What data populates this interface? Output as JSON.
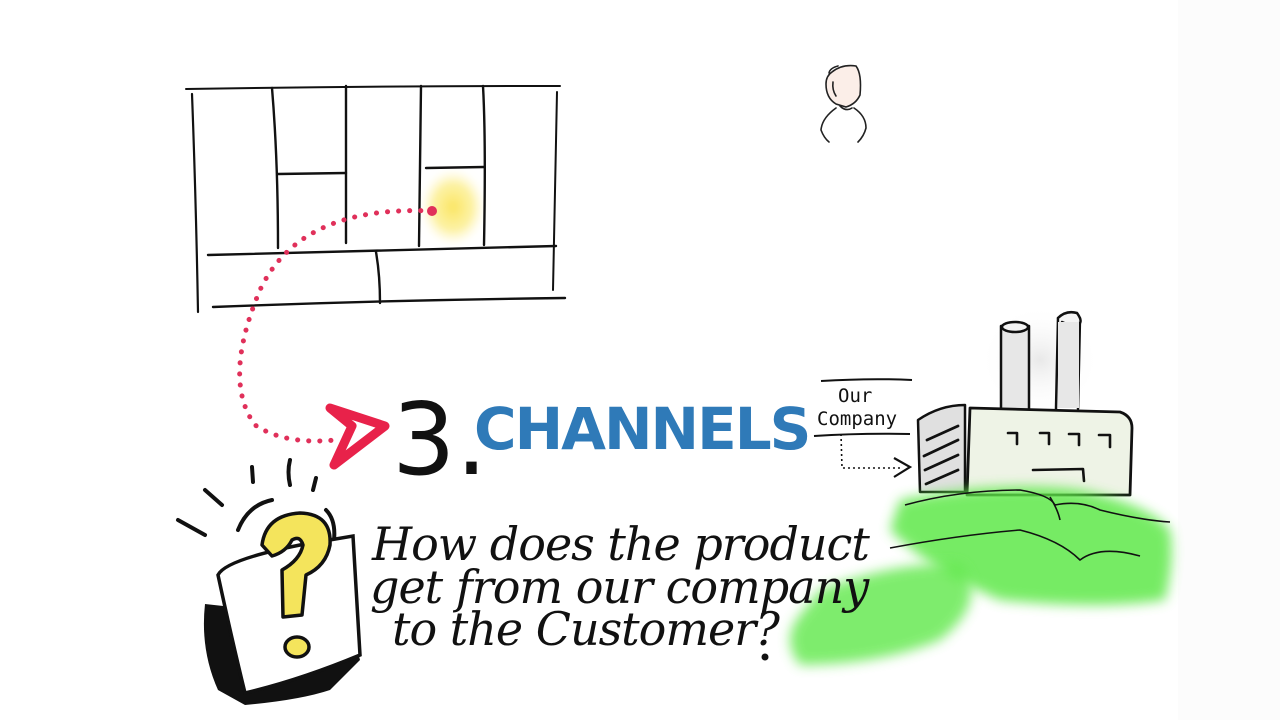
{
  "slide": {
    "section_number": "3.",
    "section_title": "CHANNELS",
    "question_lines": [
      "How does the product",
      "get from our company",
      "to the Customer?"
    ],
    "factory_label_line1": "Our",
    "factory_label_line2": "Company"
  },
  "canvas": {
    "type": "business-model-canvas-sketch",
    "highlighted_block": "channels"
  },
  "icons": {
    "customer": "person-icon",
    "mystery_box": "question-box-icon",
    "factory": "factory-icon",
    "pointer": "arrow-icon"
  },
  "colors": {
    "ink": "#111111",
    "channels_blue": "#2f7ab8",
    "arrow_red": "#e8224a",
    "highlight_yellow": "#fbe96b",
    "question_yellow": "#f4e45c",
    "grass_green": "#5fe84a",
    "factory_fill": "#eef3e6",
    "background": "#ffffff"
  }
}
